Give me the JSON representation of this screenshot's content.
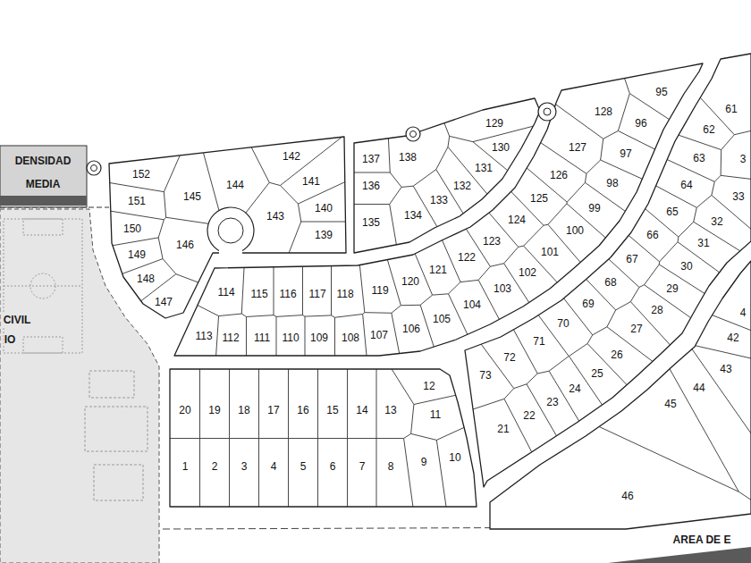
{
  "diagram": {
    "labels": [
      "DENSIDAD",
      "MEDIA",
      "152",
      "142",
      "151",
      "145",
      "144",
      "141",
      "150",
      "143",
      "140",
      "149",
      "146",
      "139",
      "148",
      "147",
      "137",
      "138",
      "129",
      "130",
      "136",
      "131",
      "132",
      "133",
      "134",
      "135",
      "95",
      "128",
      "96",
      "127",
      "97",
      "126",
      "98",
      "125",
      "99",
      "124",
      "100",
      "123",
      "101",
      "122",
      "121",
      "102",
      "120",
      "103",
      "114",
      "115",
      "116",
      "117",
      "118",
      "119",
      "104",
      "105",
      "106",
      "107",
      "113",
      "112",
      "111",
      "110",
      "109",
      "108",
      "CIVIL",
      "IO",
      "61",
      "62",
      "3",
      "63",
      "64",
      "33",
      "65",
      "32",
      "66",
      "31",
      "67",
      "30",
      "68",
      "29",
      "69",
      "28",
      "70",
      "27",
      "71",
      "26",
      "72",
      "73",
      "25",
      "24",
      "23",
      "22",
      "21",
      "4",
      "42",
      "43",
      "44",
      "45",
      "46",
      "12",
      "20",
      "19",
      "18",
      "17",
      "16",
      "15",
      "14",
      "13",
      "11",
      "10",
      "9",
      "1",
      "2",
      "3",
      "4",
      "5",
      "6",
      "7",
      "8",
      "AREA DE E"
    ]
  }
}
